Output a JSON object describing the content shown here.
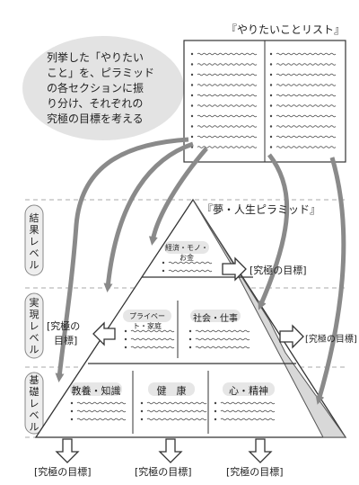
{
  "list_title": "『やりたいことリスト』",
  "bubble_lines": [
    "列挙した「やりたい",
    "こと」を、ピラミッド",
    "の各セクションに振",
    "り分け、それぞれの",
    "究極の目標を考える"
  ],
  "pyramid_title": "『夢・人生ピラミッド』",
  "levels": {
    "top": "結果レベル",
    "middle": "実現レベル",
    "bottom": "基礎レベル"
  },
  "categories": {
    "money": "経済・モノ・お金",
    "private": "プライベート・家庭",
    "social": "社会・仕事",
    "education": "教養・知識",
    "health": "健　康",
    "mind": "心・精神"
  },
  "goals": {
    "top_right": "[究極の目標]",
    "middle_left_1": "[究極の",
    "middle_left_2": "目標]",
    "middle_right": "[究極の目標]",
    "bottom_1": "[究極の目標]",
    "bottom_2": "[究極の目標]",
    "bottom_3": "[究極の目標]"
  }
}
